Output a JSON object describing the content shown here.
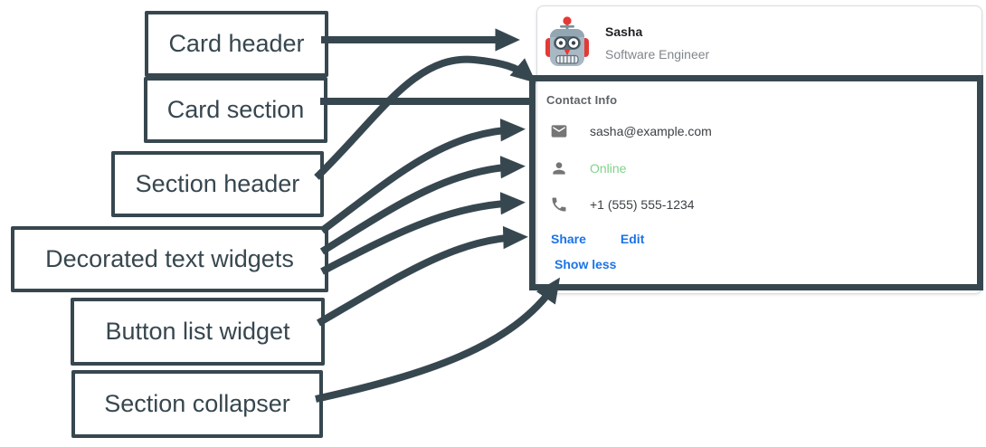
{
  "diagram": {
    "arrow_color": "#37474f",
    "labels": [
      {
        "id": "card-header",
        "text": "Card header"
      },
      {
        "id": "card-section",
        "text": "Card section"
      },
      {
        "id": "section-header",
        "text": "Section header"
      },
      {
        "id": "decorated-text-widgets",
        "text": "Decorated text widgets"
      },
      {
        "id": "button-list-widget",
        "text": "Button list widget"
      },
      {
        "id": "section-collapser",
        "text": "Section collapser"
      }
    ]
  },
  "card": {
    "header": {
      "name": "Sasha",
      "subtitle": "Software Engineer",
      "avatar_icon": "robot-avatar"
    },
    "section": {
      "title": "Contact Info",
      "rows": [
        {
          "icon": "email-icon",
          "text": "sasha@example.com"
        },
        {
          "icon": "person-icon",
          "text": "Online"
        },
        {
          "icon": "phone-icon",
          "text": "+1 (555) 555-1234"
        }
      ],
      "buttons": [
        {
          "label": "Share"
        },
        {
          "label": "Edit"
        }
      ],
      "collapser_label": "Show less"
    },
    "colors": {
      "button_blue": "#1a73e8",
      "text_dark": "#3c4043",
      "subtitle_gray": "#80868b",
      "section_title_gray": "#5f6368",
      "icon_gray": "#757575",
      "online_green": "#7ed488"
    }
  }
}
